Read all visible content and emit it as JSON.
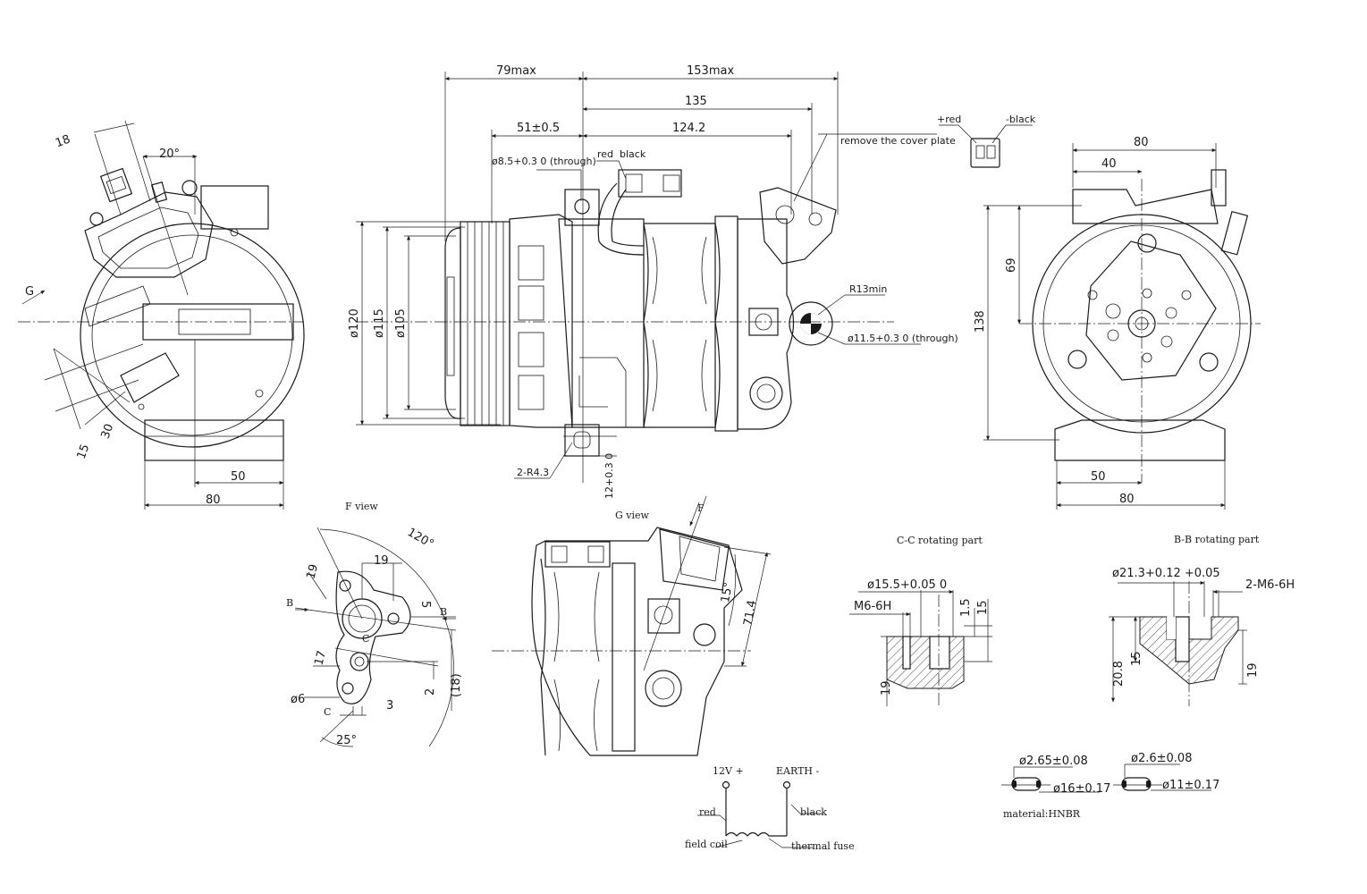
{
  "top_dims": {
    "d79": "79max",
    "d153": "153max",
    "d135": "135",
    "d51": "51±0.5",
    "d124": "124.2",
    "d8_5": "ø8.5+0.3 0 (through)",
    "red": "red",
    "black": "black",
    "cover": "remove the cover plate",
    "r13": "R13min",
    "d11_5": "ø11.5+0.3 0 (through)",
    "d120": "ø120",
    "d115": "ø115",
    "d105": "ø105",
    "r43": "2-R4.3",
    "d12": "12+0.3 0"
  },
  "left_view": {
    "d18": "18",
    "d20": "20°",
    "g": "G",
    "d30": "30",
    "d15": "15",
    "d50": "50",
    "d80": "80"
  },
  "right_view": {
    "plus_red": "+red",
    "minus_black": "-black",
    "d80top": "80",
    "d40": "40",
    "d69": "69",
    "d138": "138",
    "d50": "50",
    "d80": "80"
  },
  "f_view": {
    "title": "F view",
    "d120deg": "120°",
    "d19a": "19",
    "d19b": "19",
    "b1": "B",
    "b2": "B",
    "d5": "5",
    "c1": "C",
    "c2": "C",
    "d17": "17",
    "d6": "ø6",
    "d2": "2",
    "d18": "(18)",
    "d3": "3",
    "d25": "25°"
  },
  "g_view": {
    "title": "G view",
    "f": "F",
    "d15deg": "15°",
    "d71": "71.4"
  },
  "cc": {
    "title": "C-C rotating part",
    "d15_5": "ø15.5+0.05 0",
    "m6": "M6-6H",
    "d1_5": "1.5",
    "d15": "15",
    "d19": "19"
  },
  "bb": {
    "title": "B-B rotating part",
    "d21_3": "ø21.3+0.12 +0.05",
    "m6": "2-M6-6H",
    "d15": "15",
    "d20_8": "20.8",
    "d19": "19"
  },
  "wiring": {
    "v12": "12V +",
    "earth": "EARTH -",
    "red": "red",
    "black": "black",
    "coil": "field coil",
    "fuse": "thermal fuse"
  },
  "orings": {
    "o1_cs": "ø2.65±0.08",
    "o1_id": "ø16±0.17",
    "o2_cs": "ø2.6±0.08",
    "o2_id": "ø11±0.17",
    "material": "material:HNBR"
  }
}
